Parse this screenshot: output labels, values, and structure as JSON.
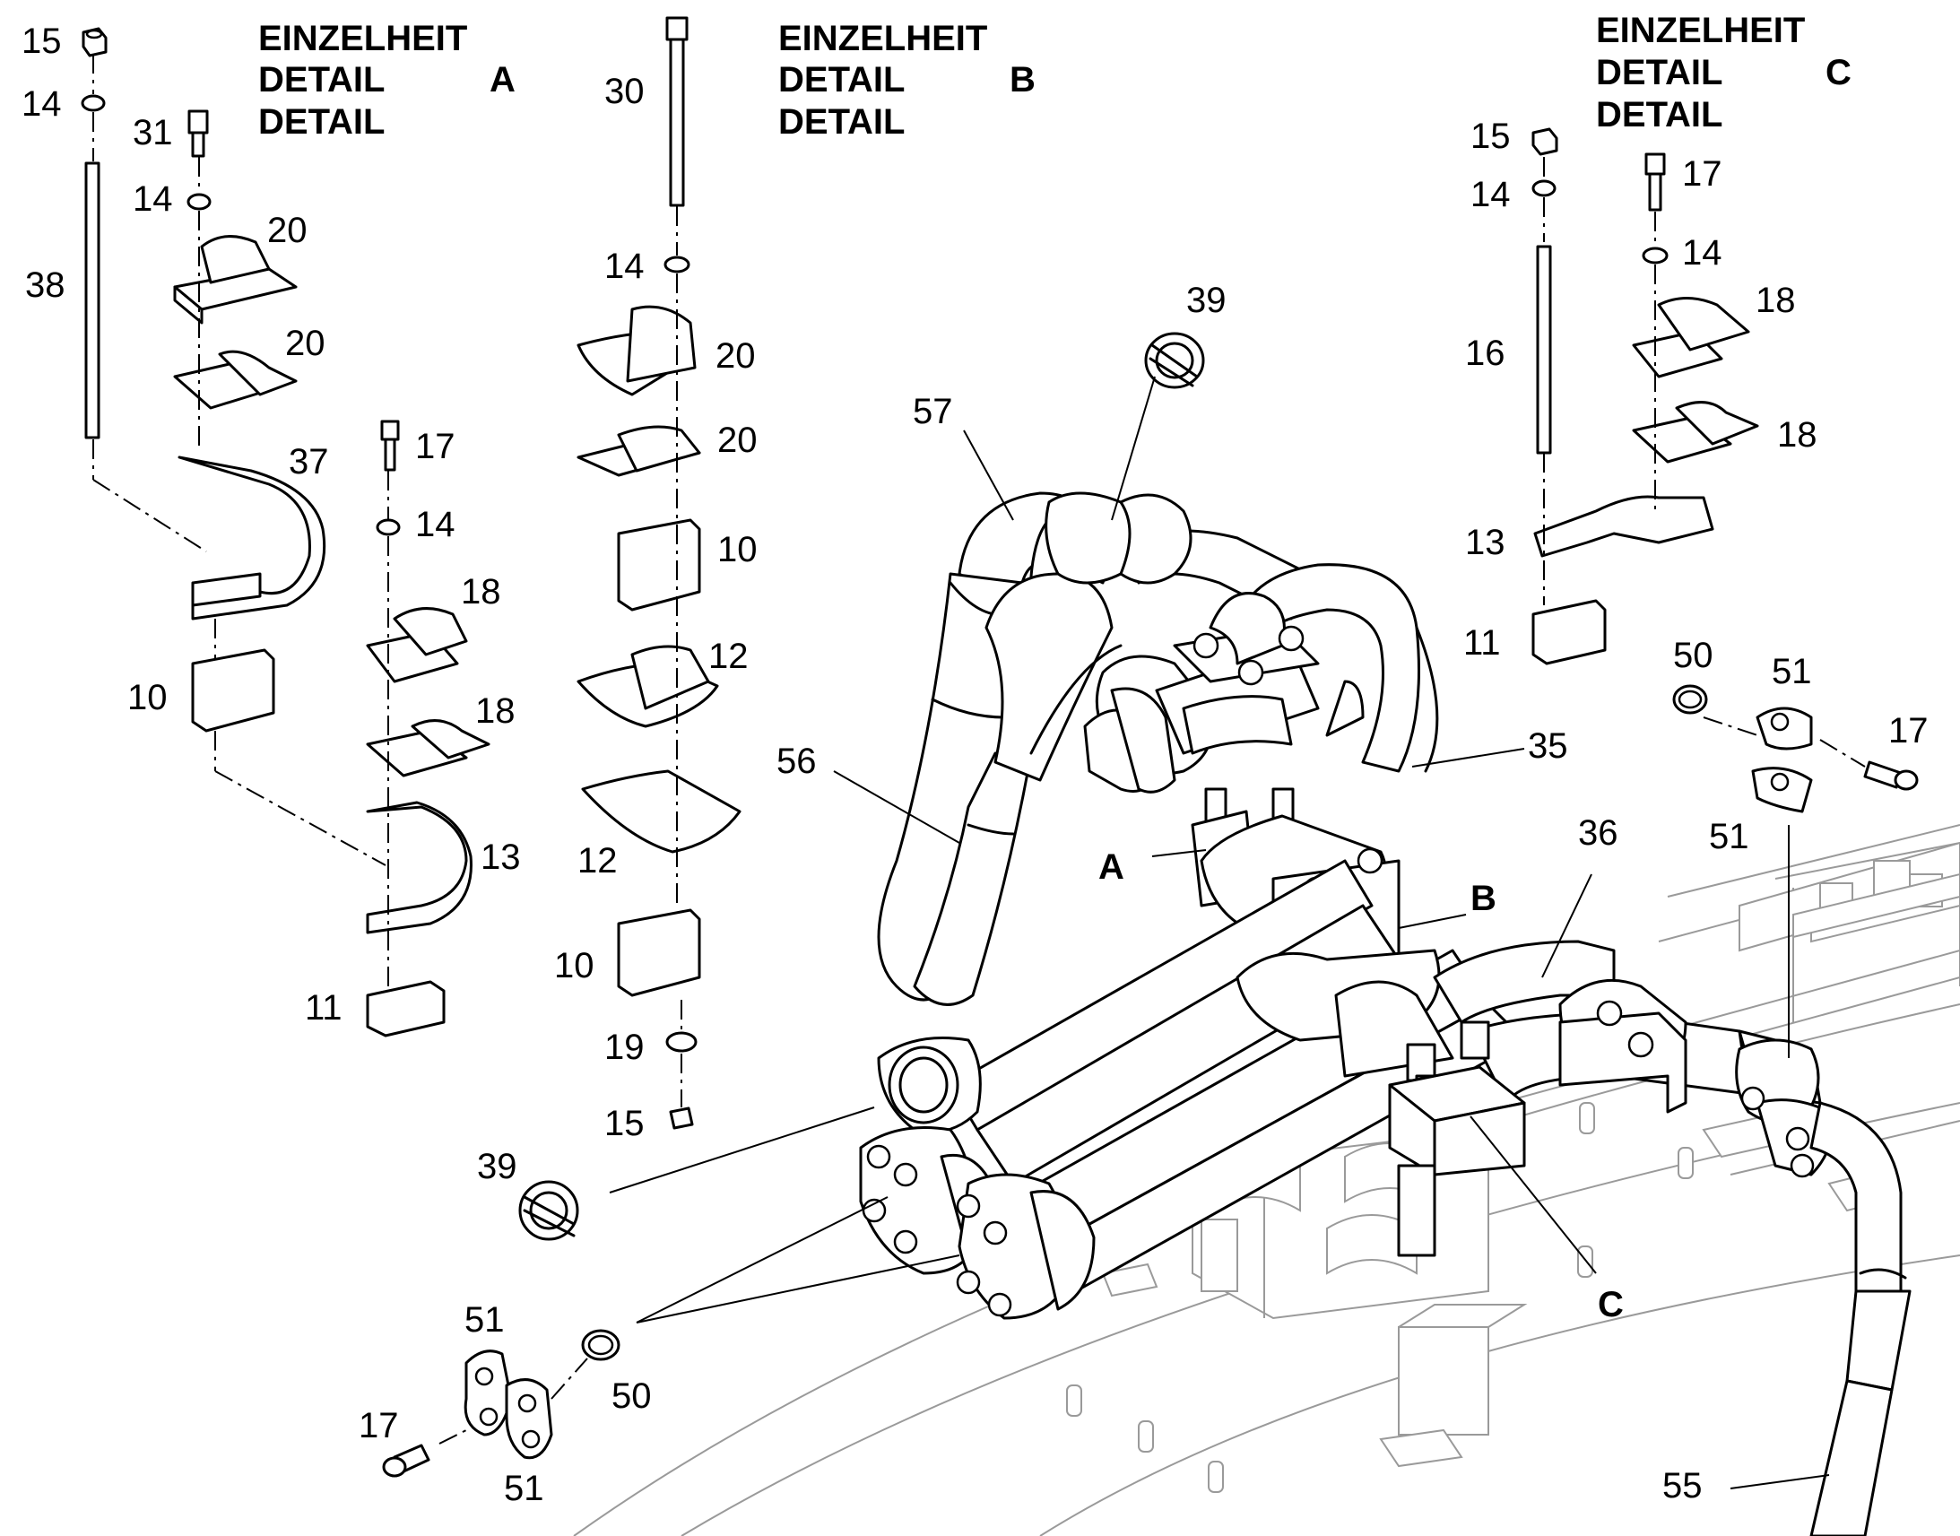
{
  "details": {
    "a": {
      "line1": "EINZELHEIT",
      "line2": "DETAIL",
      "line3": "DETAIL",
      "letter": "A"
    },
    "b": {
      "line1": "EINZELHEIT",
      "line2": "DETAIL",
      "line3": "DETAIL",
      "letter": "B"
    },
    "c": {
      "line1": "EINZELHEIT",
      "line2": "DETAIL",
      "line3": "DETAIL",
      "letter": "C"
    }
  },
  "callouts": {
    "a_15": "15",
    "a_14a": "14",
    "a_38": "38",
    "a_31": "31",
    "a_14b": "14",
    "a_20a": "20",
    "a_20b": "20",
    "a_37": "37",
    "a_10": "10",
    "a_17": "17",
    "a_14c": "14",
    "a_18a": "18",
    "a_18b": "18",
    "a_13": "13",
    "a_11": "11",
    "b_30": "30",
    "b_14": "14",
    "b_20a": "20",
    "b_20b": "20",
    "b_10a": "10",
    "b_12a": "12",
    "b_12b": "12",
    "b_10b": "10",
    "b_19": "19",
    "b_15": "15",
    "c_15": "15",
    "c_14a": "14",
    "c_17a": "17",
    "c_14b": "14",
    "c_16": "16",
    "c_18a": "18",
    "c_18b": "18",
    "c_13": "13",
    "c_11": "11",
    "c_50": "50",
    "c_51a": "51",
    "c_17b": "17",
    "c_51b": "51",
    "m_39a": "39",
    "m_57": "57",
    "m_56": "56",
    "m_35": "35",
    "m_36": "36",
    "m_39b": "39",
    "m_51a": "51",
    "m_50": "50",
    "m_17": "17",
    "m_51b": "51",
    "m_55": "55"
  },
  "letters": {
    "a": "A",
    "b": "B",
    "c": "C"
  }
}
